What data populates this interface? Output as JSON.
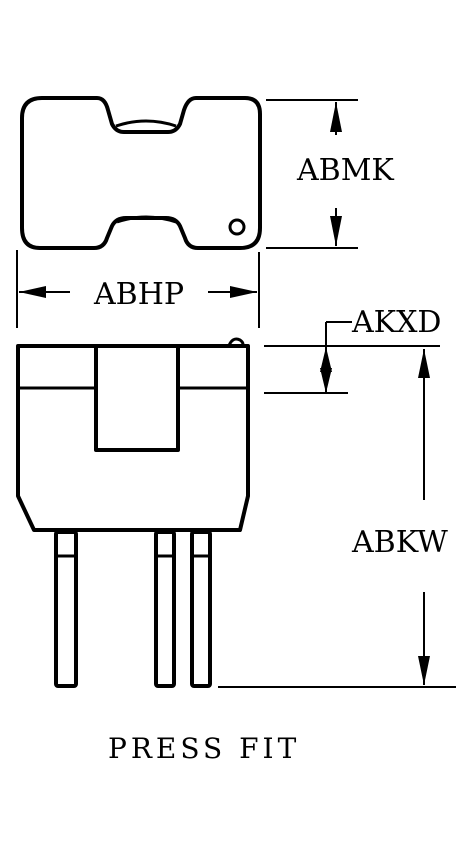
{
  "dimensions": {
    "height_top_part": "ABMK",
    "width": "ABHP",
    "offset_top": "AKXD",
    "overall_height": "ABKW"
  },
  "caption": "PRESS FIT"
}
